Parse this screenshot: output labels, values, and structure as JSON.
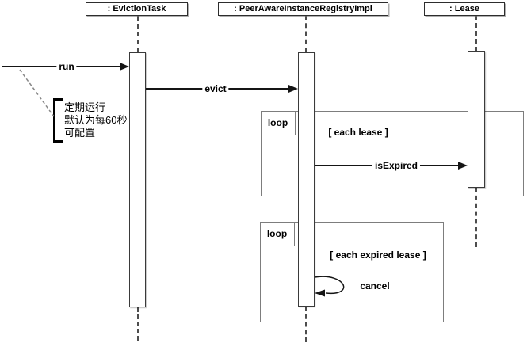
{
  "diagram_type": "uml-sequence-diagram",
  "actors": [
    {
      "label": ": EvictionTask"
    },
    {
      "label": ": PeerAwareInstanceRegistryImpl"
    },
    {
      "label": ": Lease"
    }
  ],
  "messages": [
    {
      "name": "run"
    },
    {
      "name": "evict"
    },
    {
      "name": "isExpired"
    },
    {
      "name": "cancel"
    }
  ],
  "fragments": [
    {
      "operator": "loop",
      "guard": "[ each lease ]"
    },
    {
      "operator": "loop",
      "guard": "[ each expired lease ]"
    }
  ],
  "note": {
    "lines": [
      "定期运行",
      "默认为每60秒",
      "可配置"
    ]
  },
  "colors": {
    "line": "#151515",
    "fragment_border": "#7d7d7d",
    "lifeline": "#4d4d4d",
    "background": "#ffffff",
    "text": "#000000"
  }
}
